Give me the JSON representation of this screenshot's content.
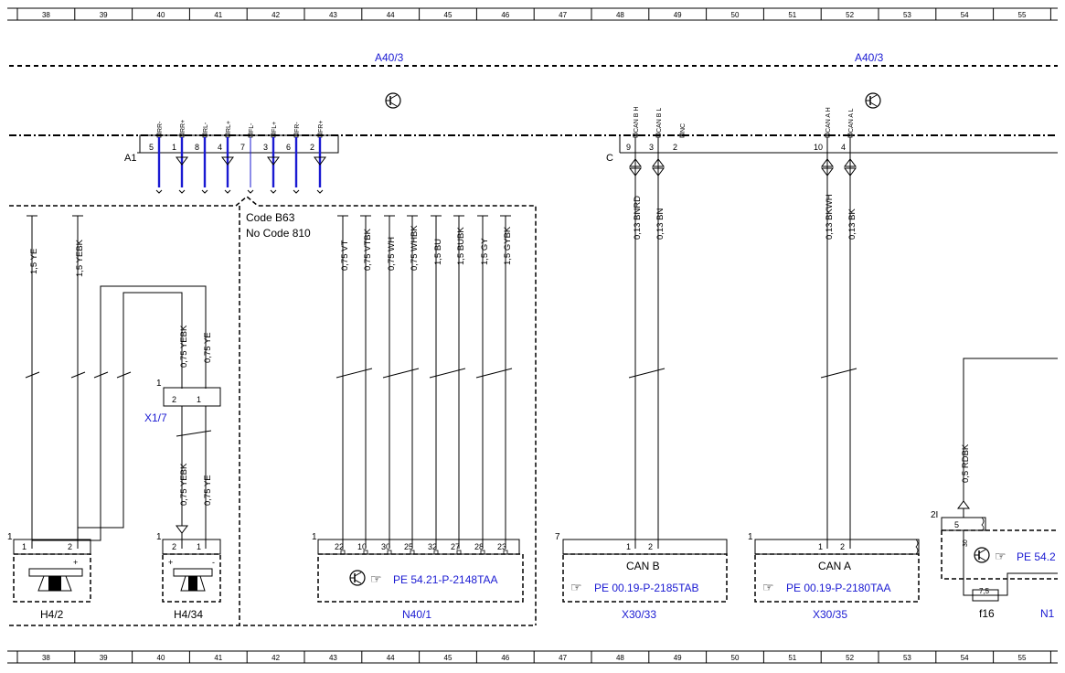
{
  "ruler_numbers": [
    "38",
    "39",
    "40",
    "41",
    "42",
    "43",
    "44",
    "45",
    "46",
    "47",
    "48",
    "49",
    "50",
    "51",
    "52",
    "53",
    "54",
    "55"
  ],
  "module_label_left": "A40/3",
  "module_label_right": "A40/3",
  "connector_a1": {
    "name": "A1",
    "pins": [
      {
        "signal": "RR-",
        "pin": "5"
      },
      {
        "signal": "RR+",
        "pin": "1"
      },
      {
        "signal": "RL-",
        "pin": "8"
      },
      {
        "signal": "RL+",
        "pin": "4"
      },
      {
        "signal": "FL-",
        "pin": "7"
      },
      {
        "signal": "FL+",
        "pin": "3"
      },
      {
        "signal": "FR-",
        "pin": "6"
      },
      {
        "signal": "FR+",
        "pin": "2"
      }
    ]
  },
  "connector_c": {
    "name": "C",
    "pins": [
      {
        "signal": "CAN B H",
        "pin": "9"
      },
      {
        "signal": "CAN B L",
        "pin": "3"
      },
      {
        "signal": "NC",
        "pin": "2"
      },
      {
        "signal": "CAN A H",
        "pin": "10"
      },
      {
        "signal": "CAN A L",
        "pin": "4"
      }
    ]
  },
  "code_box": {
    "line1": "Code B63",
    "line2": "No Code 810"
  },
  "wires": {
    "w1": "1,5 YE",
    "w2": "1,5 YEBK",
    "w3": "0,75 YEBK",
    "w4": "0,75 YE",
    "w5": "0,75 YEBK",
    "w6": "0,75 YE",
    "n1": "0,75 VT",
    "n2": "0,75 VTBK",
    "n3": "0,75 WH",
    "n4": "0,75 WHBK",
    "n5": "1,5 BU",
    "n6": "1,5 BUBK",
    "n7": "1,5 GY",
    "n8": "1,5 GYBK",
    "c1": "0,13 BNRD",
    "c2": "0,13 BN",
    "c3": "0,13 BKWH",
    "c4": "0,13 BK",
    "r1": "0,5 RDBK"
  },
  "x17": {
    "name": "X1/7",
    "marker": "1",
    "pin2": "2",
    "pin1": "1"
  },
  "h42": {
    "name": "H4/2",
    "marker": "1",
    "pin1": "1",
    "pin2": "2",
    "plus": "+"
  },
  "h434": {
    "name": "H4/34",
    "marker": "1",
    "pin2": "2",
    "pin1": "1",
    "plus": "+",
    "minus": "-"
  },
  "n401": {
    "name": "N40/1",
    "marker": "1",
    "pins": [
      "22",
      "10",
      "30",
      "25",
      "32",
      "27",
      "28",
      "23"
    ],
    "ref": "PE 54.21-P-2148TAA"
  },
  "x3033": {
    "name": "X30/33",
    "marker": "7",
    "pin1": "1",
    "pin2": "2",
    "title": "CAN B",
    "ref": "PE 00.19-P-2185TAB"
  },
  "x3035": {
    "name": "X30/35",
    "marker": "1",
    "pin1": "1",
    "pin2": "2",
    "title": "CAN A",
    "ref": "PE 00.19-P-2180TAA"
  },
  "n1": {
    "name": "N1",
    "marker": "2I",
    "pin": "5",
    "pin30": "30",
    "ref": "PE 54.2"
  },
  "fuse": {
    "name": "f16",
    "value": "7,5"
  },
  "colors": {
    "line": "#000000",
    "blue_wire": "#1a1ad2",
    "label_blue": "#1a1ad2"
  }
}
